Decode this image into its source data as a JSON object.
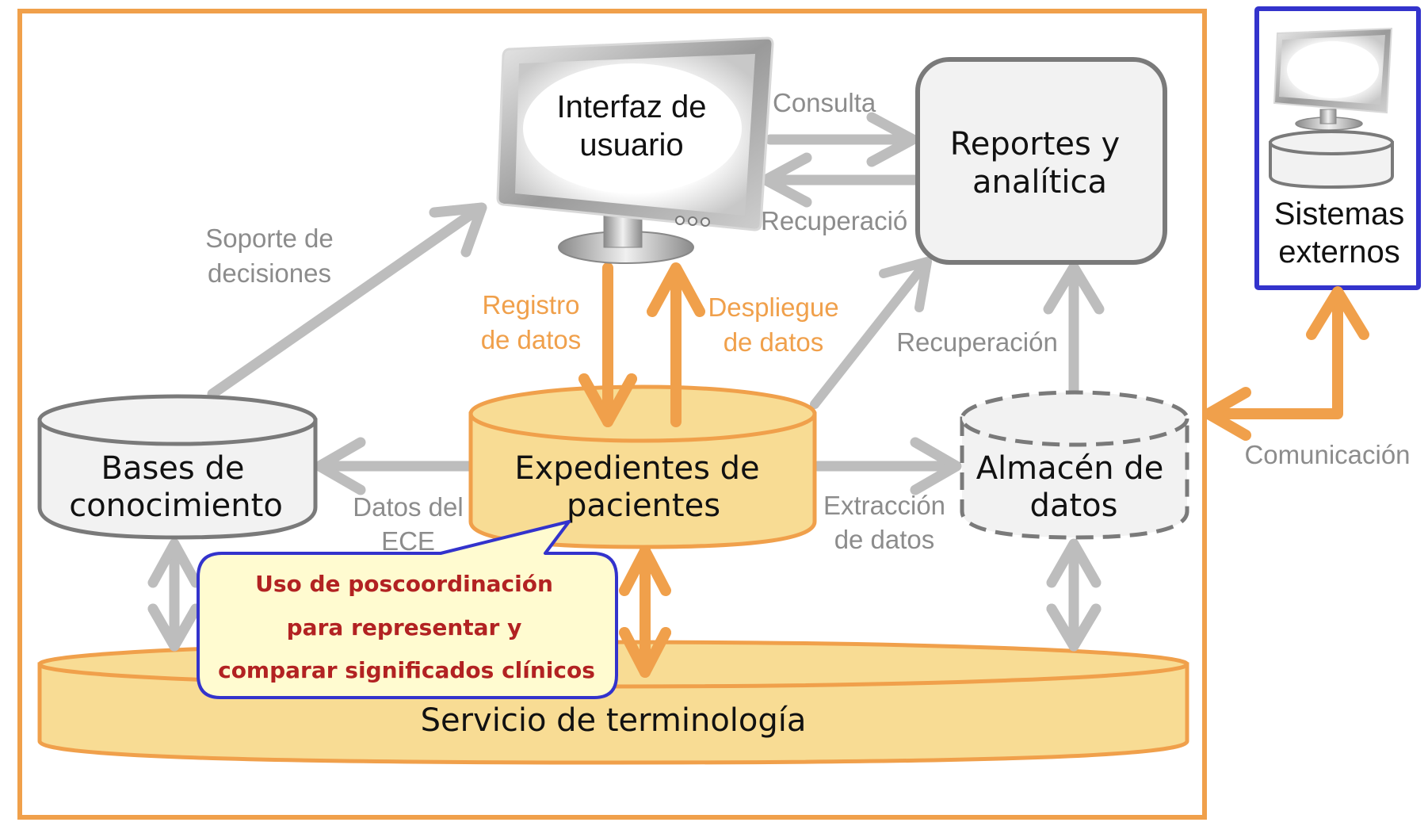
{
  "colors": {
    "frame_orange": "#f0a04b",
    "cylinder_orange_fill": "#f8dc94",
    "gray_arrow": "#bdbdbd",
    "gray_stroke": "#7a7a7a",
    "light_gray_fill": "#f2f2f2",
    "blue_border": "#3333cc",
    "callout_fill": "#fffbd0",
    "callout_text": "#b22222"
  },
  "nodes": {
    "user_interface": {
      "line1": "Interfaz de",
      "line2": "usuario"
    },
    "reports": {
      "line1": "Reportes y",
      "line2": "analítica"
    },
    "external_systems": {
      "line1": "Sistemas",
      "line2": "externos"
    },
    "knowledge_bases": {
      "line1": "Bases de",
      "line2": "conocimiento"
    },
    "patient_records": {
      "line1": "Expedientes de",
      "line2": "pacientes"
    },
    "data_warehouse": {
      "line1": "Almacén de",
      "line2": "datos"
    },
    "terminology_service": {
      "label": "Servicio de terminología"
    }
  },
  "edges": {
    "query": "Consulta",
    "retrieval_top": "Recuperació",
    "decision_support": {
      "line1": "Soporte de",
      "line2": "decisiones"
    },
    "data_entry": {
      "line1": "Registro",
      "line2": "de datos"
    },
    "data_display": {
      "line1": "Despliegue",
      "line2": "de datos"
    },
    "retrieval_mid": "Recuperación",
    "ehr_data": {
      "line1": "Datos del",
      "line2": "ECE"
    },
    "data_extraction": {
      "line1": "Extracción",
      "line2": "de datos"
    },
    "communication": "Comunicación"
  },
  "callout": {
    "line1": "Uso de poscoordinación",
    "line2": "para representar y",
    "line3": "comparar significados clínicos"
  }
}
